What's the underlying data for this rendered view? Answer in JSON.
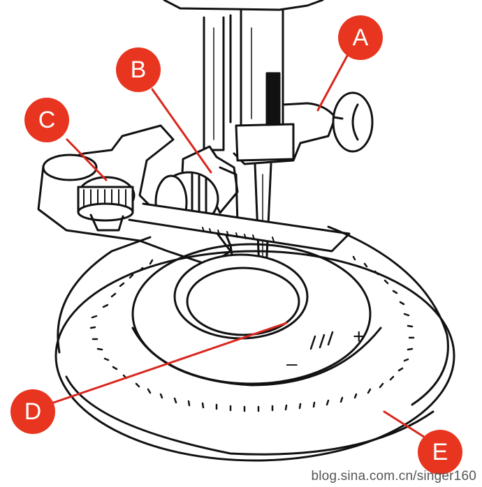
{
  "callouts": [
    {
      "id": "A",
      "label": "A"
    },
    {
      "id": "B",
      "label": "B"
    },
    {
      "id": "C",
      "label": "C"
    },
    {
      "id": "D",
      "label": "D"
    },
    {
      "id": "E",
      "label": "E"
    }
  ],
  "scale_marks": {
    "minus": "–",
    "plus": "+"
  },
  "watermark": "blog.sina.com.cn/singer160",
  "colors": {
    "callout": "#e8351f",
    "leader": "#d9261c",
    "ink": "#111111"
  }
}
